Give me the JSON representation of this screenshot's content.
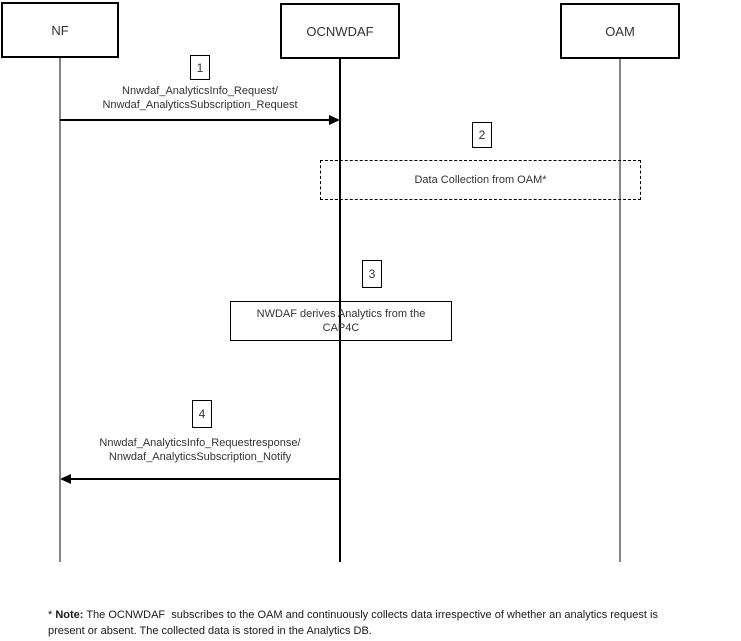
{
  "diagram": {
    "actors": [
      {
        "name": "NF"
      },
      {
        "name": "OCNWDAF"
      },
      {
        "name": "OAM"
      }
    ],
    "steps": [
      {
        "number": "1",
        "label_line1": "Nnwdaf_AnalyticsInfo_Request/",
        "label_line2": "Nnwdaf_AnalyticsSubscription_Request",
        "from": "NF",
        "to": "OCNWDAF"
      },
      {
        "number": "2",
        "label": "Data Collection from OAM*"
      },
      {
        "number": "3",
        "label_line1": "NWDAF derives Analytics from the",
        "label_line2": "CAP4C"
      },
      {
        "number": "4",
        "label_line1": "Nnwdaf_AnalyticsInfo_Requestresponse/",
        "label_line2": "Nnwdaf_AnalyticsSubscription_Notify",
        "from": "OCNWDAF",
        "to": "NF"
      }
    ],
    "note": {
      "star": "*",
      "label": "Note:",
      "line1": "The OCNWDAF  subscribes to the OAM and continuously collects data irrespective of whether an analytics request is",
      "line2": "present or absent. The collected data is stored in the Analytics DB."
    },
    "colors": {
      "lifeline_gray": "#858585",
      "line_black": "#000000",
      "text": "#333333"
    }
  }
}
